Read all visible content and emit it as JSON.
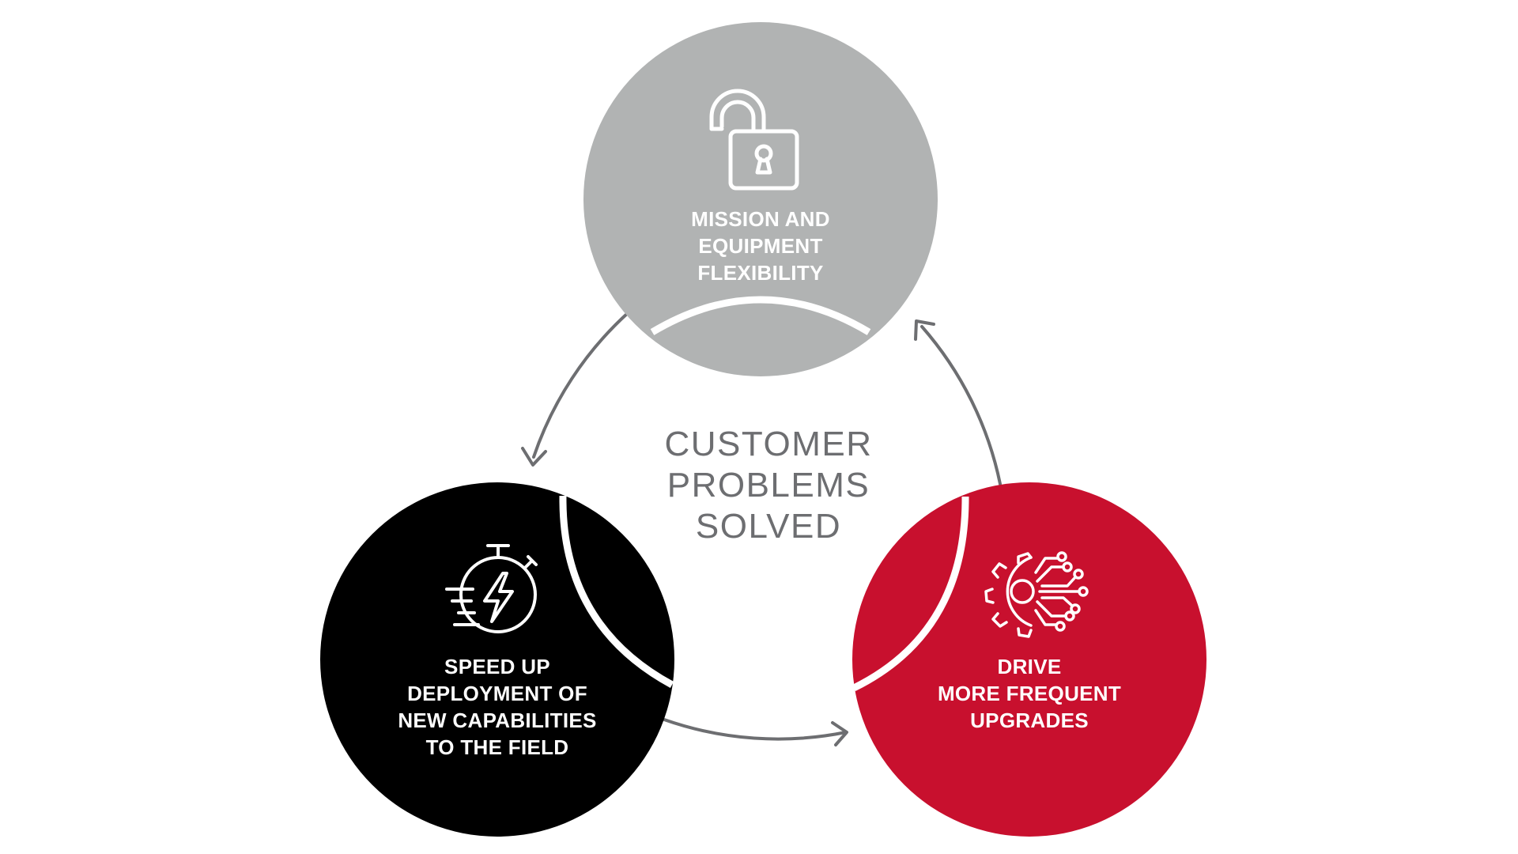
{
  "center": {
    "lines": [
      "CUSTOMER",
      "PROBLEMS",
      "SOLVED"
    ]
  },
  "nodes": {
    "top": {
      "lines": [
        "MISSION AND",
        "EQUIPMENT",
        "FLEXIBILITY"
      ],
      "color": "#b1b3b3",
      "icon": "unlocked-padlock-icon"
    },
    "left": {
      "lines": [
        "SPEED UP",
        "DEPLOYMENT OF",
        "NEW CAPABILITIES",
        "TO THE FIELD"
      ],
      "color": "#000000",
      "icon": "stopwatch-lightning-icon"
    },
    "right": {
      "lines": [
        "DRIVE",
        "MORE FREQUENT",
        "UPGRADES"
      ],
      "color": "#c8102e",
      "icon": "gear-circuit-icon"
    }
  },
  "colors": {
    "arrow": "#6d6e71",
    "center_text": "#6d6e71",
    "background": "#ffffff"
  }
}
